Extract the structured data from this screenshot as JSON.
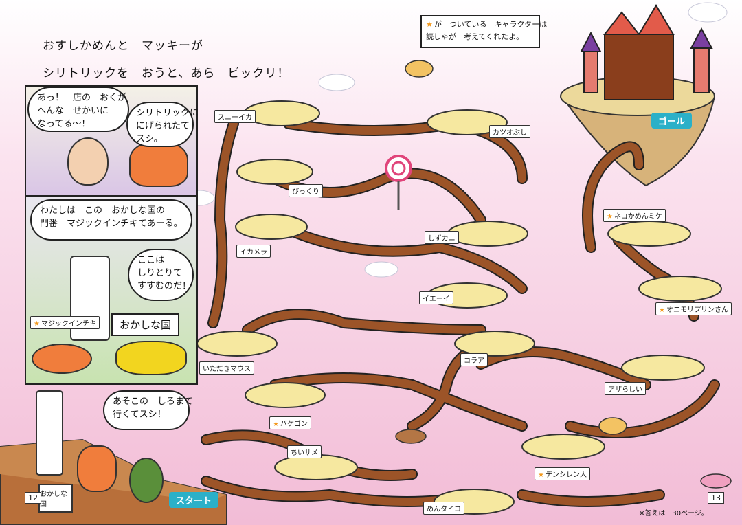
{
  "intro": {
    "line1": "おすしかめんと　マッキーが",
    "line2": "シリトリックを　おうと、あら　ビックリ！"
  },
  "note": {
    "line1": "が　ついている　キャラクターは",
    "line2": "読しゃが　考えてくれたよ。"
  },
  "bubbles": {
    "b1": "あっ！　店の　おくが\nへんな　せかいに\nなってる～！",
    "b2": "シリトリックに\nにげられたて\nスシ。",
    "b3": "わたしは　この　おかしな国の\n門番　マジックインチキてあーる。",
    "b4": "ここは\nしりとりて\nすすむのだ！",
    "b5": "あそこの　しろまて\n行くてスシ！"
  },
  "signs": {
    "kuni": "おかしな国",
    "gate_sign": "おかしな国"
  },
  "characters": [
    {
      "id": "sunii-ika",
      "label": "スニーイカ",
      "star": false
    },
    {
      "id": "katsuobushi",
      "label": "カツオぶし",
      "star": false
    },
    {
      "id": "bikkuri",
      "label": "びっくり",
      "star": false
    },
    {
      "id": "ikamera",
      "label": "イカメラ",
      "star": false
    },
    {
      "id": "shizukani",
      "label": "しずカニ",
      "star": false
    },
    {
      "id": "nekokamen-mike",
      "label": "ネコかめんミケ",
      "star": true
    },
    {
      "id": "iei",
      "label": "イエーイ",
      "star": false
    },
    {
      "id": "omori-purin",
      "label": "オニモリプリンさん",
      "star": true
    },
    {
      "id": "magic-inchiki",
      "label": "マジックインチキ",
      "star": true
    },
    {
      "id": "itadaki-mouse",
      "label": "いただきマウス",
      "star": false
    },
    {
      "id": "koraa",
      "label": "コラア",
      "star": false
    },
    {
      "id": "azarashii",
      "label": "アザらしい",
      "star": false
    },
    {
      "id": "bakegon",
      "label": "バケゴン",
      "star": true
    },
    {
      "id": "chii-same",
      "label": "ちいサメ",
      "star": false
    },
    {
      "id": "denshiren-jin",
      "label": "デンシレン人",
      "star": true
    },
    {
      "id": "men-taiko",
      "label": "めんタイコ",
      "star": false
    }
  ],
  "goal_label": "ゴール",
  "start_label": "スタート",
  "page_left": "12",
  "page_right": "13",
  "answer_note": "※答えは　30ページ。",
  "colors": {
    "path": "#9c5428",
    "platform": "#f6e8a0",
    "goal_tag": "#2bb0c8"
  }
}
